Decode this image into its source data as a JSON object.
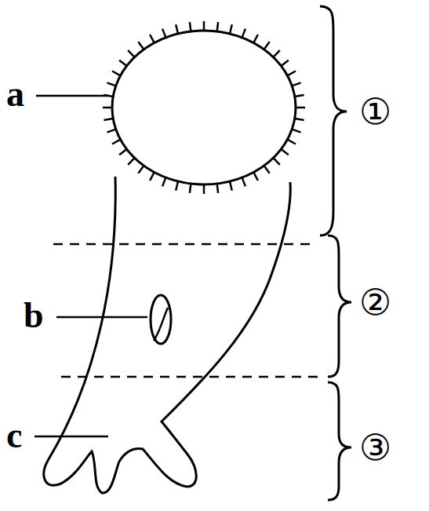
{
  "diagram": {
    "labels": [
      "a",
      "b",
      "c",
      "①",
      "②",
      "③"
    ]
  }
}
